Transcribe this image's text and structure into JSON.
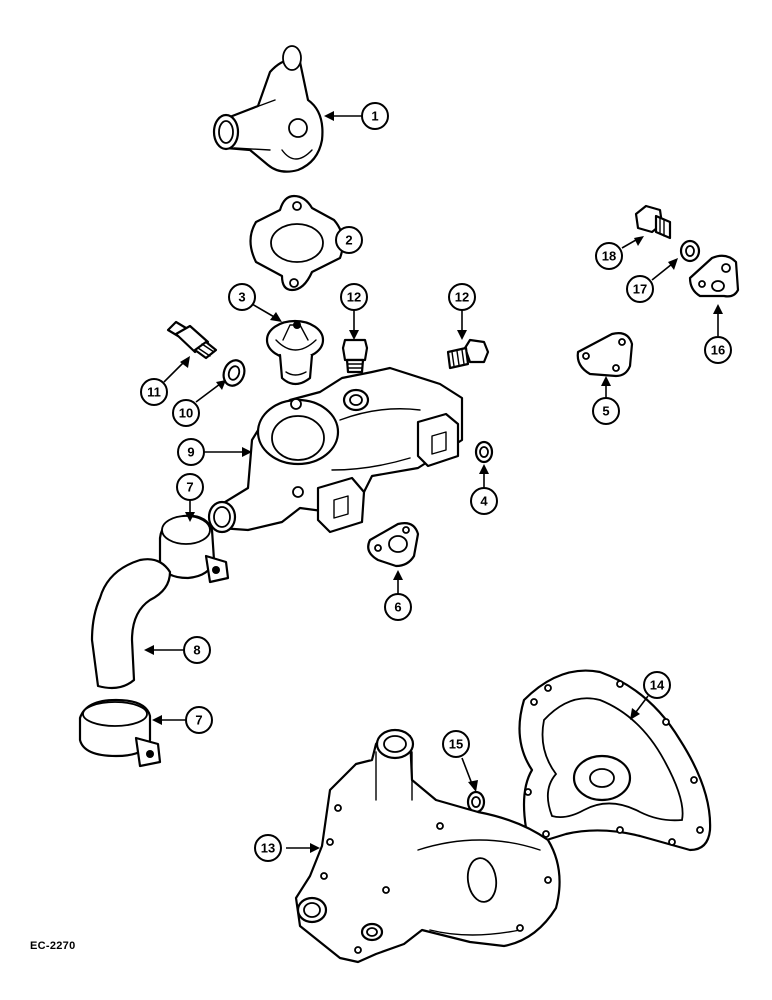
{
  "figure_code": "EC-2270",
  "callouts": [
    "1",
    "2",
    "3",
    "4",
    "5",
    "6",
    "7",
    "7",
    "8",
    "9",
    "10",
    "11",
    "12",
    "12",
    "13",
    "14",
    "15",
    "16",
    "17",
    "18"
  ]
}
